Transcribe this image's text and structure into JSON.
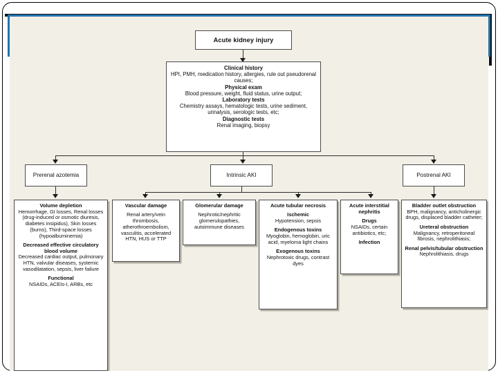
{
  "slide": {
    "background_color": "#f1efe6",
    "band_color": "#2273ad",
    "frame_color": "#000000"
  },
  "diagram": {
    "title": "Acute kidney injury",
    "root": {
      "label": "Acute kidney injury"
    },
    "workup": {
      "sections": [
        {
          "heading": "Clinical history",
          "body": "HPI, PMH, medication history, allergies, rule out pseudorenal causes;"
        },
        {
          "heading": "Physical exam",
          "body": "Blood pressure, weight, fluid status, urine output;"
        },
        {
          "heading": "Laboratory tests",
          "body": "Chemistry assays, hematologic tests, urine sediment, urinalysis, serologic tests, etc;"
        },
        {
          "heading": "Diagnostic tests",
          "body": "Renal imaging, biopsy"
        }
      ]
    },
    "categories": [
      {
        "id": "prerenal",
        "label": "Prerenal azotemia"
      },
      {
        "id": "intrinsic",
        "label": "Intrinsic AKI"
      },
      {
        "id": "postrenal",
        "label": "Postrenal AKI"
      }
    ],
    "leaves": {
      "volume_depletion": {
        "sections": [
          {
            "heading": "Volume depletion",
            "body": "Hemorrhage, GI losses, Renal losses (drug-induced or osmotic diuresis, diabetes insipidus), Skin losses (burns), Third-space losses (hypoalbuminemia)"
          },
          {
            "heading": "Decreased effective circulatory blood volume",
            "body": "Decreased cardiac output, pulmonary HTN, valvular diseases, systemic vasodilatation, sepsis, liver failure"
          },
          {
            "heading": "Functional",
            "body": "NSAIDs, ACEIs-I, ARBs, etc"
          }
        ]
      },
      "vascular_damage": {
        "sections": [
          {
            "heading": "Vascular damage",
            "body": "Renal artery/vein thrombosis, atherothroembolism, vasculitis, accelerated HTN, HUS or TTP"
          }
        ]
      },
      "glomerular_damage": {
        "sections": [
          {
            "heading": "Glomerular damage",
            "body": "Nephrotic/nephritic glomerulopathies, autoimmune diseases"
          }
        ]
      },
      "acute_tubular_necrosis": {
        "sections": [
          {
            "heading": "Acute tubular necrosis",
            "body": ""
          },
          {
            "heading": "Ischemic",
            "body": "Hypotension, sepsis"
          },
          {
            "heading": "Endogenous toxins",
            "body": "Myoglobin, hemoglobin, uric acid, myeloma light chains"
          },
          {
            "heading": "Exogenous toxins",
            "body": "Nephrotoxic drugs, contrast dyes"
          }
        ]
      },
      "acute_interstitial_nephritis": {
        "sections": [
          {
            "heading": "Acute interstitial nephritis",
            "body": ""
          },
          {
            "heading": "Drugs",
            "body": "NSAIDs, certain antibiotics, etc;"
          },
          {
            "heading": "Infection",
            "body": ""
          }
        ]
      },
      "postrenal_obstruction": {
        "sections": [
          {
            "heading": "Bladder outlet obstruction",
            "body": "BPH, malignancy, anticholinergic drugs, displaced bladder catheter;"
          },
          {
            "heading": "Ureteral obstruction",
            "body": "Malignancy, retroperitoneal fibrosis, nephrolithiasis;"
          },
          {
            "heading": "Renal pelvis/tubular obstruction",
            "body": "Nephrolithiasis, drugs"
          }
        ]
      }
    }
  }
}
